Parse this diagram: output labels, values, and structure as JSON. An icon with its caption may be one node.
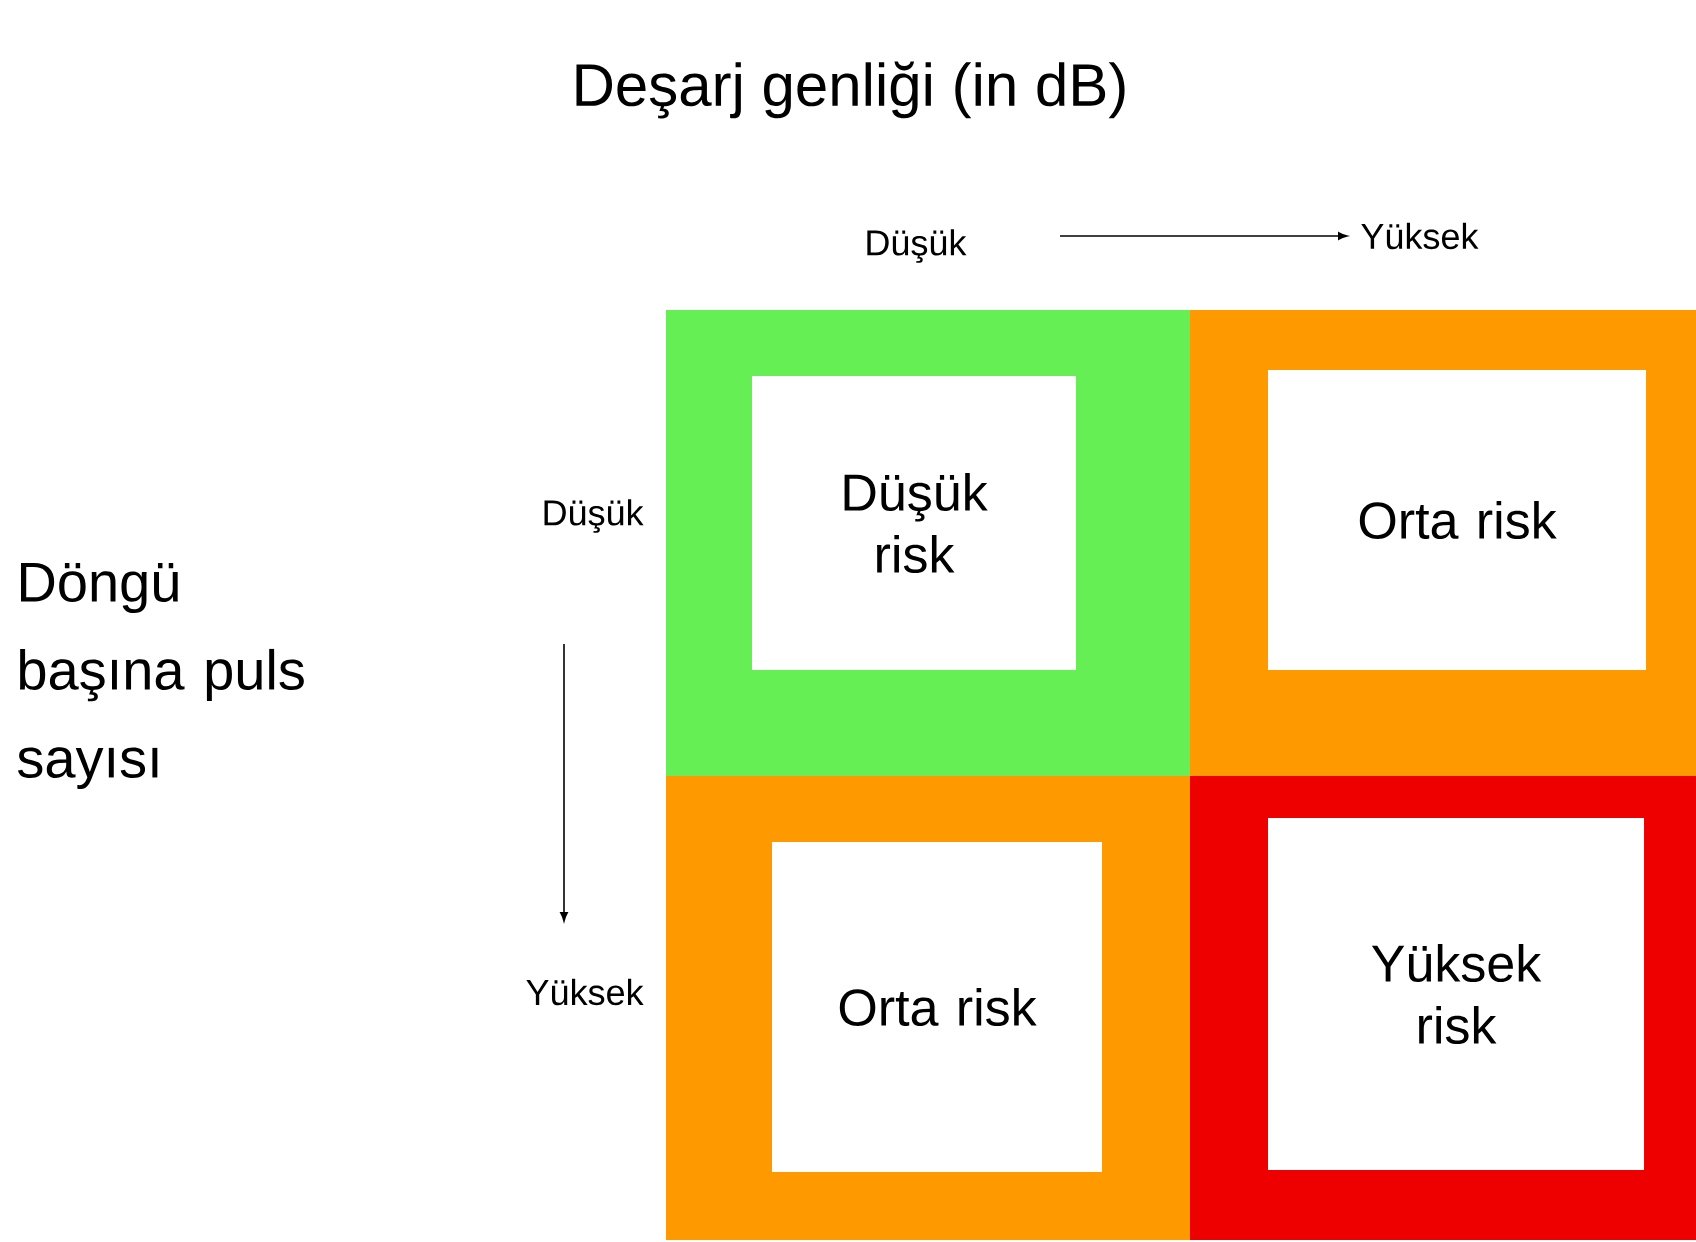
{
  "diagram": {
    "title": "Deşarj genliği (in dB)",
    "nodes": [
      {
        "text": [],
        "shape": "box"
      },
      {
        "text": [
          "Düşük risk"
        ],
        "in": 0
      },
      {
        "text": [],
        "shape": "box"
      },
      {
        "text": [
          "Orta risk"
        ],
        "in": 2
      },
      {
        "text": [],
        "shape": "box"
      },
      {
        "text": [
          "Orta risk"
        ],
        "in": 4
      },
      {
        "text": [],
        "shape": "box"
      },
      {
        "text": [
          "Yüksek risk"
        ],
        "in": 6
      }
    ],
    "labels": [
      "Düşük",
      "Yüksek",
      "Düşük",
      "Döngü başına puls sayısı",
      "Yüksek"
    ]
  }
}
